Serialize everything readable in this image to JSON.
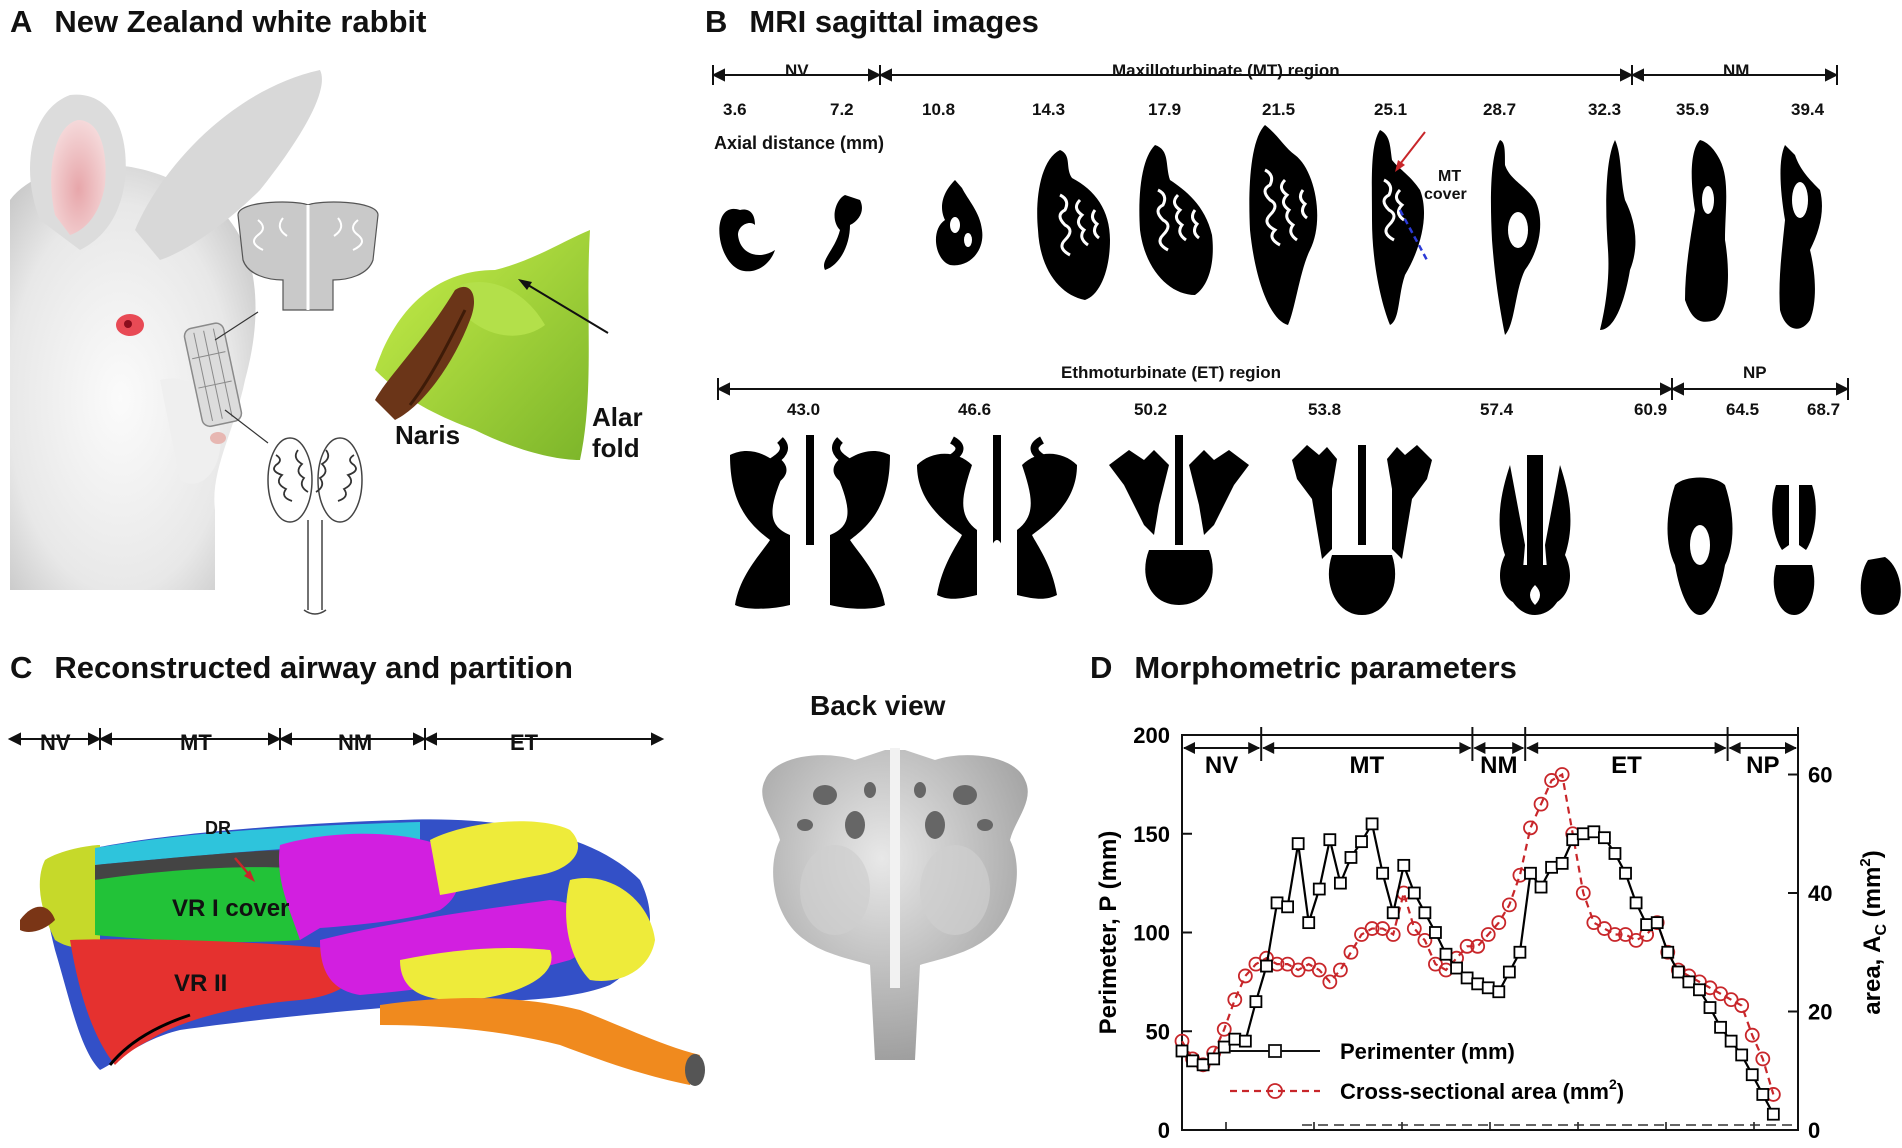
{
  "panels": {
    "a": {
      "letter": "A",
      "title": "New Zealand white rabbit",
      "naris_label": "Naris",
      "alar_label_1": "Alar",
      "alar_label_2": "fold"
    },
    "b": {
      "letter": "B",
      "title": "MRI sagittal images",
      "axial_label": "Axial distance (mm)",
      "mt_cover_1": "MT",
      "mt_cover_2": "cover",
      "row1_regions": [
        {
          "label": "NV"
        },
        {
          "label": "Maxilloturbinate (MT) region"
        },
        {
          "label": "NM"
        }
      ],
      "row1_distances": [
        "3.6",
        "7.2",
        "10.8",
        "14.3",
        "17.9",
        "21.5",
        "25.1",
        "28.7",
        "32.3",
        "35.9",
        "39.4"
      ],
      "row2_regions": [
        {
          "label": "Ethmoturbinate (ET) region"
        },
        {
          "label": "NP"
        }
      ],
      "row2_distances": [
        "43.0",
        "46.6",
        "50.2",
        "53.8",
        "57.4",
        "60.9",
        "64.5",
        "68.7"
      ]
    },
    "c": {
      "letter": "C",
      "title": "Reconstructed airway and partition",
      "back_view": "Back view",
      "regions": [
        "NV",
        "MT",
        "NM",
        "ET"
      ],
      "dr_label": "DR",
      "vr1_label": "VR I cover",
      "vr2_label": "VR II"
    },
    "d": {
      "letter": "D",
      "title": "Morphometric parameters"
    }
  },
  "colors": {
    "nv": "#c6d92a",
    "vr1": "#22c238",
    "vr2": "#e5312f",
    "dr": "#2ec4dc",
    "magenta": "#d21fe0",
    "yellow": "#eeeb3a",
    "orange": "#f08a1e",
    "perimeter": "#000000",
    "area": "#c8262a",
    "mesh_grey": "#bdbdbd",
    "rabbit_leaf": "#9ed63a"
  },
  "chart_data": {
    "type": "line",
    "title": "",
    "xlabel": "",
    "ylabel": "Perimeter, P (mm)",
    "y2label_main": "area, A",
    "y2label_sub": "C",
    "y2label_unit": " (mm",
    "y2label_sup": "2",
    "y2label_close": ")",
    "xlim": [
      0,
      70
    ],
    "ylim": [
      0,
      200
    ],
    "y2lim": [
      0,
      66.67
    ],
    "yticks": [
      0,
      50,
      100,
      150,
      200
    ],
    "y2ticks": [
      0,
      20,
      40,
      60
    ],
    "regions": [
      {
        "label": "NV",
        "start": 0,
        "end": 9
      },
      {
        "label": "MT",
        "start": 9,
        "end": 33
      },
      {
        "label": "NM",
        "start": 33,
        "end": 39
      },
      {
        "label": "ET",
        "start": 39,
        "end": 62
      },
      {
        "label": "NP",
        "start": 62,
        "end": 70
      }
    ],
    "legend": {
      "perimeter": "Perimenter (mm)",
      "area_prefix": "Cross-sectional area (mm",
      "area_sup": "2",
      "area_suffix": ")",
      "position": "bottom-center"
    },
    "series": [
      {
        "name": "Perimenter (mm)",
        "axis": "left",
        "x": [
          0,
          1.2,
          2.4,
          3.6,
          4.8,
          6.0,
          7.2,
          8.4,
          9.6,
          10.8,
          12.0,
          13.2,
          14.4,
          15.6,
          16.8,
          18.0,
          19.2,
          20.4,
          21.6,
          22.8,
          24.0,
          25.2,
          26.4,
          27.6,
          28.8,
          30.0,
          31.2,
          32.4,
          33.6,
          34.8,
          36.0,
          37.2,
          38.4,
          39.6,
          40.8,
          42.0,
          43.2,
          44.4,
          45.6,
          46.8,
          48.0,
          49.2,
          50.4,
          51.6,
          52.8,
          54.0,
          55.2,
          56.4,
          57.6,
          58.8,
          60.0,
          61.2,
          62.4,
          63.6,
          64.8,
          66.0,
          67.2
        ],
        "values": [
          40,
          35,
          33,
          36,
          42,
          46,
          45,
          65,
          83,
          115,
          113,
          145,
          105,
          122,
          147,
          125,
          138,
          146,
          155,
          130,
          110,
          134,
          120,
          110,
          100,
          89,
          82,
          77,
          74,
          72,
          70,
          80,
          90,
          130,
          123,
          133,
          135,
          147,
          150,
          151,
          148,
          140,
          130,
          115,
          104,
          105,
          90,
          80,
          75,
          71,
          62,
          52,
          45,
          38,
          28,
          18,
          8
        ]
      },
      {
        "name": "Cross-sectional area (mm2)",
        "axis": "right",
        "x": [
          0,
          1.2,
          2.4,
          3.6,
          4.8,
          6.0,
          7.2,
          8.4,
          9.6,
          10.8,
          12.0,
          13.2,
          14.4,
          15.6,
          16.8,
          18.0,
          19.2,
          20.4,
          21.6,
          22.8,
          24.0,
          25.2,
          26.4,
          27.6,
          28.8,
          30.0,
          31.2,
          32.4,
          33.6,
          34.8,
          36.0,
          37.2,
          38.4,
          39.6,
          40.8,
          42.0,
          43.2,
          44.4,
          45.6,
          46.8,
          48.0,
          49.2,
          50.4,
          51.6,
          52.8,
          54.0,
          55.2,
          56.4,
          57.6,
          58.8,
          60.0,
          61.2,
          62.4,
          63.6,
          64.8,
          66.0,
          67.2
        ],
        "values": [
          15,
          12,
          11,
          13,
          17,
          22,
          26,
          28,
          29,
          28,
          28,
          27,
          28,
          27,
          25,
          27,
          30,
          33,
          34,
          34,
          33,
          40,
          34,
          32,
          28,
          27,
          29,
          31,
          31,
          33,
          35,
          38,
          43,
          51,
          55,
          59,
          60,
          50,
          40,
          35,
          34,
          33,
          33,
          32,
          33,
          35,
          30,
          27,
          26,
          25,
          24,
          23,
          22,
          21,
          16,
          12,
          6
        ]
      }
    ]
  }
}
